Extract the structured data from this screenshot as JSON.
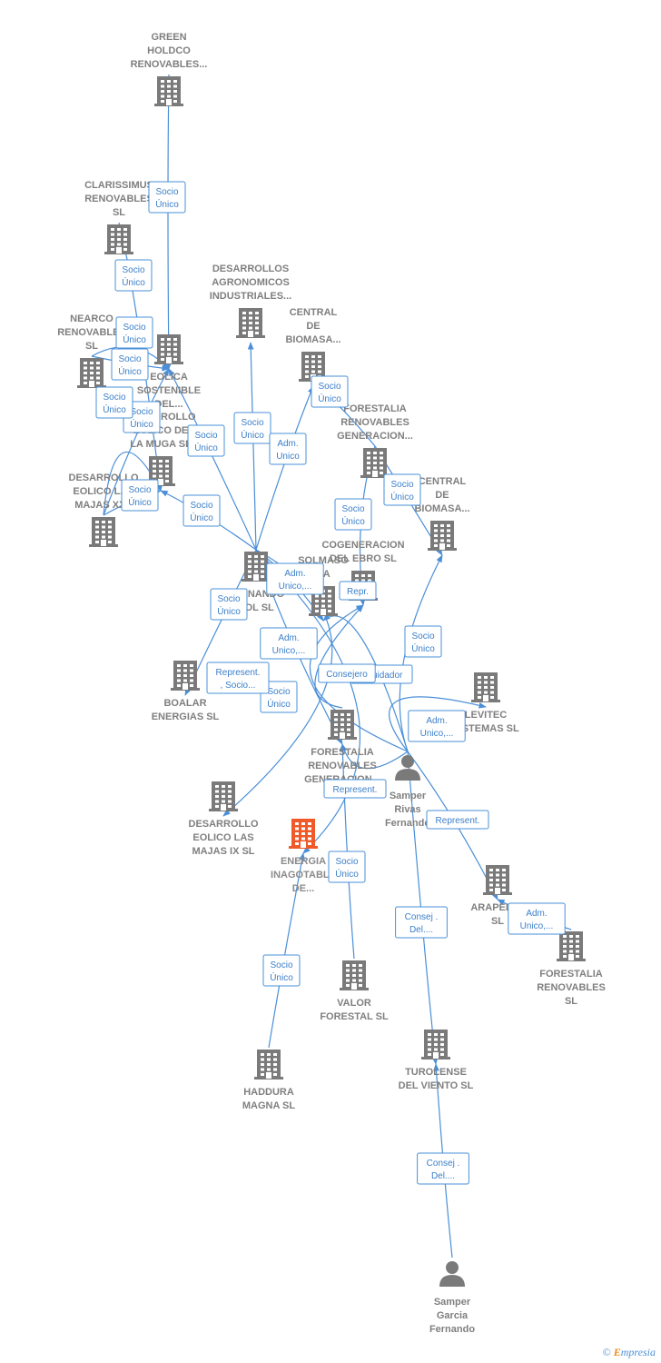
{
  "nodes": [
    {
      "id": "green",
      "kind": "company",
      "lines": [
        "GREEN",
        "HOLDCO",
        "RENOVABLES..."
      ]
    },
    {
      "id": "clariss",
      "kind": "company",
      "lines": [
        "CLARISSIMUS",
        "RENOVABLES",
        "SL"
      ]
    },
    {
      "id": "eolica",
      "kind": "company",
      "lines": [
        "EOLICA",
        "SOSTENIBLE",
        "DEL..."
      ]
    },
    {
      "id": "desagro",
      "kind": "company",
      "lines": [
        "DESARROLLOS",
        "AGRONOMICOS",
        "INDUSTRIALES..."
      ]
    },
    {
      "id": "central1",
      "kind": "company",
      "lines": [
        "CENTRAL",
        "DE",
        "BIOMASA..."
      ]
    },
    {
      "id": "nearco",
      "kind": "company",
      "lines": [
        "NEARCO",
        "RENOVABLES",
        "SL"
      ]
    },
    {
      "id": "muga",
      "kind": "company",
      "lines": [
        "DESARROLLO",
        "EOLICO DE",
        "LA MUGA SL"
      ]
    },
    {
      "id": "majasxxv",
      "kind": "company",
      "lines": [
        "DESARROLLO",
        "EOLICO LAS",
        "MAJAS XXV"
      ]
    },
    {
      "id": "forgen1",
      "kind": "company",
      "lines": [
        "FORESTALIA",
        "RENOVABLES",
        "GENERACION..."
      ]
    },
    {
      "id": "central2",
      "kind": "company",
      "lines": [
        "CENTRAL",
        "DE",
        "BIOMASA..."
      ]
    },
    {
      "id": "fernando",
      "kind": "company",
      "lines": [
        "FERNANDO",
        "SOL SL"
      ]
    },
    {
      "id": "cogen",
      "kind": "company",
      "lines": [
        "COGENERACION",
        "DEL EBRO SL"
      ]
    },
    {
      "id": "solmaso",
      "kind": "company",
      "lines": [
        "SOLMASO",
        "SA"
      ]
    },
    {
      "id": "boalar",
      "kind": "company",
      "lines": [
        "BOALAR",
        "ENERGIAS SL"
      ]
    },
    {
      "id": "levitec",
      "kind": "company",
      "lines": [
        "LEVITEC",
        "SISTEMAS SL"
      ]
    },
    {
      "id": "forgen2",
      "kind": "company",
      "lines": [
        "FORESTALIA",
        "RENOVABLES",
        "GENERACION..."
      ]
    },
    {
      "id": "samper1",
      "kind": "person",
      "lines": [
        "Samper",
        "Rivas",
        "Fernando"
      ]
    },
    {
      "id": "majasix",
      "kind": "company",
      "lines": [
        "DESARROLLO",
        "EOLICO LAS",
        "MAJAS IX SL"
      ]
    },
    {
      "id": "energia",
      "kind": "main",
      "lines": [
        "ENERGIA",
        "INAGOTABLE",
        "DE..."
      ]
    },
    {
      "id": "arapelle",
      "kind": "company",
      "lines": [
        "ARAPELLE",
        "SL"
      ]
    },
    {
      "id": "forsl",
      "kind": "company",
      "lines": [
        "FORESTALIA",
        "RENOVABLES",
        "SL"
      ]
    },
    {
      "id": "valor",
      "kind": "company",
      "lines": [
        "VALOR",
        "FORESTAL SL"
      ]
    },
    {
      "id": "turolense",
      "kind": "company",
      "lines": [
        "TUROLENSE",
        "DEL VIENTO SL"
      ]
    },
    {
      "id": "haddura",
      "kind": "company",
      "lines": [
        "HADDURA",
        "MAGNA SL"
      ]
    },
    {
      "id": "samper2",
      "kind": "person",
      "lines": [
        "Samper",
        "Garcia",
        "Fernando"
      ]
    }
  ],
  "edges": [
    {
      "from": "green",
      "to": "eolica",
      "label": [
        "Socio",
        "Único"
      ]
    },
    {
      "from": "clariss",
      "to": "muga",
      "label": [
        "Socio",
        "Único"
      ]
    },
    {
      "from": "nearco",
      "to": "eolica",
      "label": [
        "Socio",
        "Único"
      ]
    },
    {
      "from": "nearco",
      "to": "eolica",
      "label": [
        "Socio",
        "Único"
      ]
    },
    {
      "from": "majasxxv",
      "to": "eolica",
      "label": [
        "Socio",
        "Único"
      ]
    },
    {
      "from": "majasxxv",
      "to": "muga",
      "label": [
        "Socio",
        "Único"
      ]
    },
    {
      "from": "majasxxv",
      "to": "muga",
      "label": [
        "Socio",
        "Único"
      ]
    },
    {
      "from": "fernando",
      "to": "eolica",
      "label": [
        "Socio",
        "Único"
      ]
    },
    {
      "from": "fernando",
      "to": "desagro",
      "label": [
        "Socio",
        "Único"
      ]
    },
    {
      "from": "fernando",
      "to": "central1",
      "label": [
        "Adm.",
        "Unico"
      ]
    },
    {
      "from": "fernando",
      "to": "muga",
      "label": [
        "Socio",
        "Único"
      ]
    },
    {
      "from": "forgen1",
      "to": "central1",
      "label": [
        "Socio",
        "Único"
      ]
    },
    {
      "from": "forgen1",
      "to": "cogen",
      "label": [
        "Socio",
        "Único"
      ]
    },
    {
      "from": "forgen1",
      "to": "central2",
      "label": [
        "Socio",
        "Único"
      ]
    },
    {
      "from": "fernando",
      "to": "solmaso",
      "label": [
        "Adm.",
        "Unico,..."
      ]
    },
    {
      "from": "fernando",
      "to": "boalar",
      "label": [
        "Socio",
        "Único"
      ]
    },
    {
      "from": "fernando",
      "to": "forgen2",
      "label": [
        "Adm.",
        "Unico,..."
      ]
    },
    {
      "from": "forgen2",
      "to": "cogen",
      "label": [
        "Socio",
        "Único"
      ]
    },
    {
      "from": "samper1",
      "to": "solmaso",
      "label": [
        "Repr."
      ]
    },
    {
      "from": "samper1",
      "to": "cogen",
      "label": [
        "Represent.",
        ", Socio..."
      ]
    },
    {
      "from": "samper1",
      "to": "central2",
      "label": [
        "Liquidador"
      ]
    },
    {
      "from": "samper1",
      "to": "levitec",
      "label": [
        "Consejero"
      ]
    },
    {
      "from": "fernando",
      "to": "majasix",
      "label": [
        "Socio",
        "Único"
      ]
    },
    {
      "from": "fernando",
      "to": "energia",
      "label": [
        "Adm.",
        "Unico,..."
      ]
    },
    {
      "from": "samper1",
      "to": "forgen2",
      "label": [
        "Represent."
      ]
    },
    {
      "from": "samper1",
      "to": "arapelle",
      "label": [
        "Represent."
      ]
    },
    {
      "from": "forsl",
      "to": "arapelle",
      "label": [
        "Adm.",
        "Unico,..."
      ]
    },
    {
      "from": "valor",
      "to": "forgen2",
      "label": [
        "Socio",
        "Único"
      ]
    },
    {
      "from": "samper1",
      "to": "turolense",
      "label": [
        "Consej .",
        "Del...."
      ]
    },
    {
      "from": "haddura",
      "to": "energia",
      "label": [
        "Socio",
        "Único"
      ]
    },
    {
      "from": "samper2",
      "to": "turolense",
      "label": [
        "Consej .",
        "Del...."
      ]
    }
  ],
  "colors": {
    "edge": "#4a8fd8",
    "building": "#7a7a7a",
    "main_building": "#f05a28",
    "person": "#7a7a7a"
  },
  "brand": {
    "copyright": "©",
    "initial": "E",
    "rest": "mpresia"
  }
}
